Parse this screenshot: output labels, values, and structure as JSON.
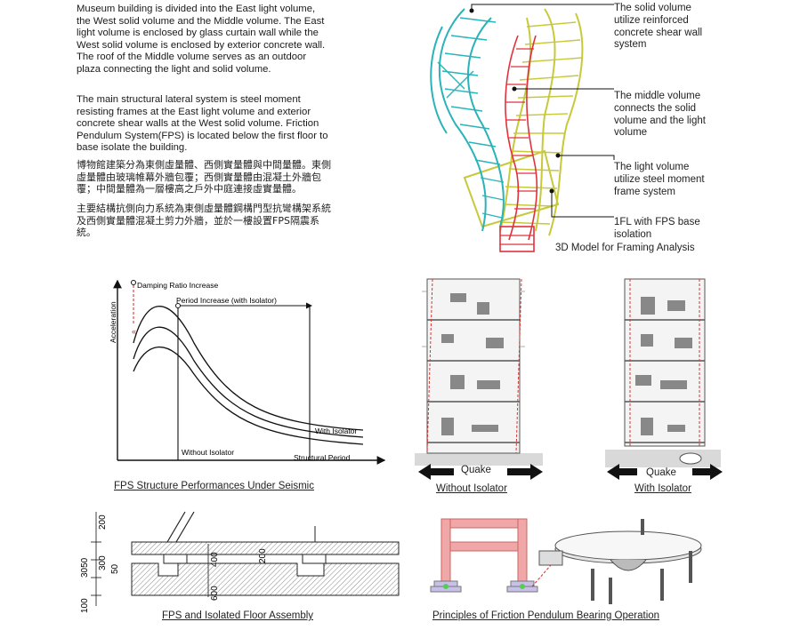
{
  "intro": {
    "para1": "Museum building is divided into the East light volume,\nthe West solid volume and the Middle volume. The East\nlight volume is enclosed by glass curtain wall while the\nWest solid volume is enclosed by exterior concrete wall.\nThe roof of the Middle volume serves as an outdoor\nplaza connecting the light and solid volume.",
    "para2": "The main structural lateral system is steel moment\nresisting frames at the East light volume and exterior\nconcrete shear walls at the West solid volume. Friction\nPendulum System(FPS) is located below the first floor to\nbase isolate the building.",
    "cjk1": "博物館建築分為東側虛量體、西側實量體與中間量體。東側\n虛量體由玻璃帷幕外牆包覆；西側實量體由混凝土外牆包\n覆；中間量體為一層樓高之戶外中庭連接虛實量體。",
    "cjk2": "主要結構抗側向力系統為東側虛量體鋼構門型抗彎構架系統\n及西側實量體混凝土剪力外牆，並於一樓設置FPS隔震系\n統。"
  },
  "model": {
    "callouts": [
      "The solid volume\nutilize reinforced\nconcrete shear wall\nsystem",
      "The middle volume\nconnects the solid\nvolume and the light\nvolume",
      "The light volume\nutilize steel moment\nframe system",
      "1FL with FPS base\nisolation"
    ],
    "caption": "3D Model for Framing Analysis",
    "colors": {
      "solid": "#2ab3b8",
      "middle": "#e0323c",
      "light": "#c7c93a"
    }
  },
  "graph": {
    "title": "FPS  Structure Performances Under Seismic",
    "ylabel": "Acceleration",
    "xlabel": "Structural Period",
    "damping": "Damping Ratio Increase",
    "period": "Period Increase (with  Isolator)",
    "with_label": "With Isolator",
    "without_label": "Without Isolator"
  },
  "sections": {
    "without": {
      "quake": "Quake",
      "caption": "Without Isolator"
    },
    "with": {
      "quake": "Quake",
      "caption": "With Isolator"
    }
  },
  "fps_floor": {
    "caption": "FPS and Isolated Floor Assembly",
    "dims": [
      "200",
      "300",
      "50",
      "3050",
      "100",
      "400",
      "200",
      "600"
    ]
  },
  "bearing": {
    "caption": "Principles of Friction Pendulum Bearing Operation"
  }
}
